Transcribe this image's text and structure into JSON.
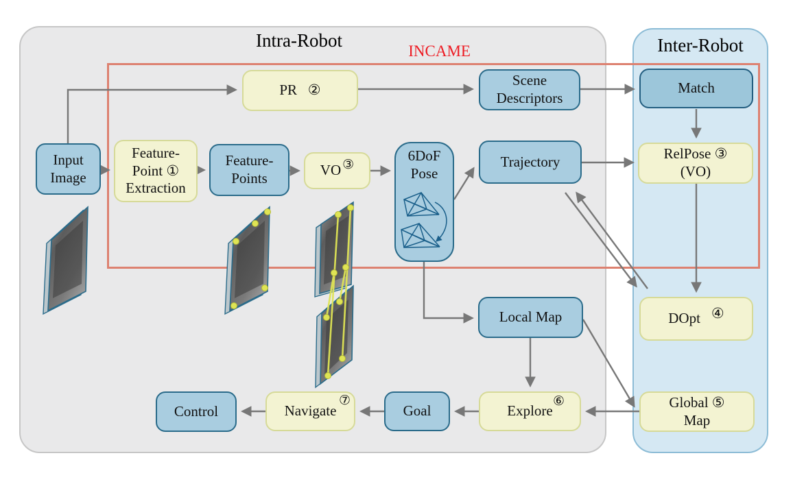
{
  "panels": {
    "intra": {
      "title": "Intra-Robot"
    },
    "inter": {
      "title": "Inter-Robot"
    }
  },
  "incame": {
    "label": "INCAME"
  },
  "nodes": {
    "pr": {
      "label": "PR   ②"
    },
    "scene_descriptors": {
      "label": "Scene\nDescriptors"
    },
    "match": {
      "label": "Match"
    },
    "input_image": {
      "label": "Input\nImage"
    },
    "feature_point_extraction": {
      "label": "Feature-\nPoint ①\nExtraction"
    },
    "feature_points": {
      "label": "Feature-\nPoints"
    },
    "vo": {
      "label": "VO",
      "badge": "③"
    },
    "pose_6dof": {
      "label": "6DoF\nPose"
    },
    "trajectory": {
      "label": "Trajectory"
    },
    "relpose": {
      "label": "RelPose ③\n(VO)"
    },
    "dopt": {
      "label": "DOpt",
      "badge": "④"
    },
    "local_map": {
      "label": "Local Map"
    },
    "global_map": {
      "label": "Global ⑤\nMap"
    },
    "explore": {
      "label": "Explore",
      "badge": "⑥"
    },
    "goal": {
      "label": "Goal"
    },
    "navigate": {
      "label": "Navigate",
      "badge": "⑦"
    },
    "control": {
      "label": "Control"
    }
  },
  "edges": [
    {
      "from": "input_image",
      "to": "pr"
    },
    {
      "from": "pr",
      "to": "scene_descriptors"
    },
    {
      "from": "scene_descriptors",
      "to": "match"
    },
    {
      "from": "match",
      "to": "relpose"
    },
    {
      "from": "relpose",
      "to": "dopt"
    },
    {
      "from": "input_image",
      "to": "feature_point_extraction"
    },
    {
      "from": "feature_point_extraction",
      "to": "feature_points"
    },
    {
      "from": "feature_points",
      "to": "vo"
    },
    {
      "from": "vo",
      "to": "pose_6dof"
    },
    {
      "from": "pose_6dof",
      "to": "trajectory"
    },
    {
      "from": "trajectory",
      "to": "relpose"
    },
    {
      "from": "trajectory",
      "to": "dopt"
    },
    {
      "from": "dopt",
      "to": "trajectory"
    },
    {
      "from": "pose_6dof",
      "to": "local_map"
    },
    {
      "from": "local_map",
      "to": "explore"
    },
    {
      "from": "local_map",
      "to": "global_map"
    },
    {
      "from": "global_map",
      "to": "explore"
    },
    {
      "from": "explore",
      "to": "goal"
    },
    {
      "from": "goal",
      "to": "navigate"
    },
    {
      "from": "navigate",
      "to": "control"
    }
  ],
  "colors": {
    "blue_box_fill": "#a9cde0",
    "blue_box_border": "#2a6b8a",
    "match_box_fill": "#9cc6da",
    "yellow_box_fill": "#f3f3d2",
    "yellow_box_border": "#d6da98",
    "intra_panel_fill": "#e9e9ea",
    "inter_panel_fill": "#d5e8f3",
    "incame_border": "#dd8170",
    "incame_text": "#ed1c24",
    "arrow": "#777777",
    "feature_marker": "#dfe455"
  }
}
